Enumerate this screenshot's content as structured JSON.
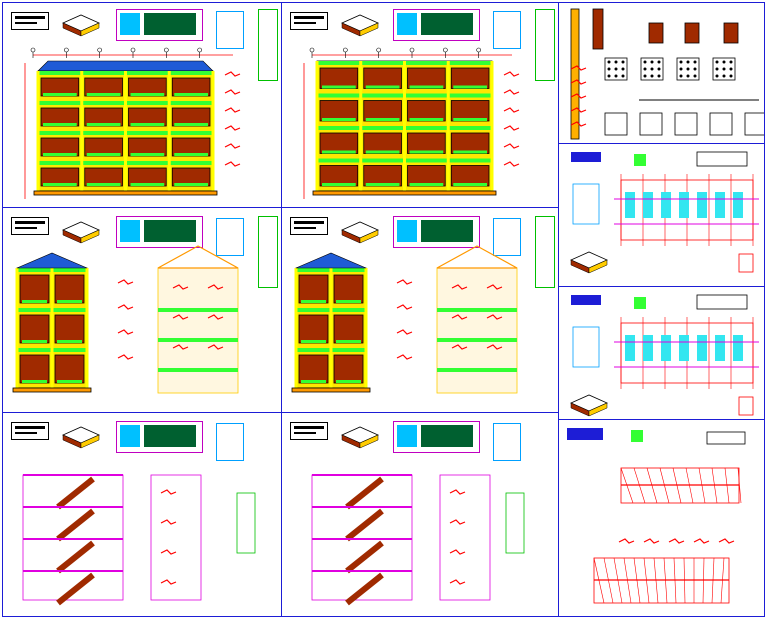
{
  "drawing_set": {
    "sheets": [
      {
        "id": "front-elevation-1"
      },
      {
        "id": "front-elevation-2"
      },
      {
        "id": "section-details"
      },
      {
        "id": "side-elevation-1"
      },
      {
        "id": "side-elevation-2"
      },
      {
        "id": "plan-1"
      },
      {
        "id": "stair-section-1"
      },
      {
        "id": "stair-section-2"
      },
      {
        "id": "plan-2"
      },
      {
        "id": "roof-plan"
      }
    ],
    "colors": {
      "sheet_border": "#1d1dd6",
      "wall_brick": "#a02a00",
      "slab_green": "#33ff33",
      "column_yellow": "#ffff00",
      "dimension_red": "#ff0000",
      "roof_blue": "#1f5bd6",
      "cyan_glass": "#33e6f0",
      "magenta": "#e000e0"
    }
  }
}
